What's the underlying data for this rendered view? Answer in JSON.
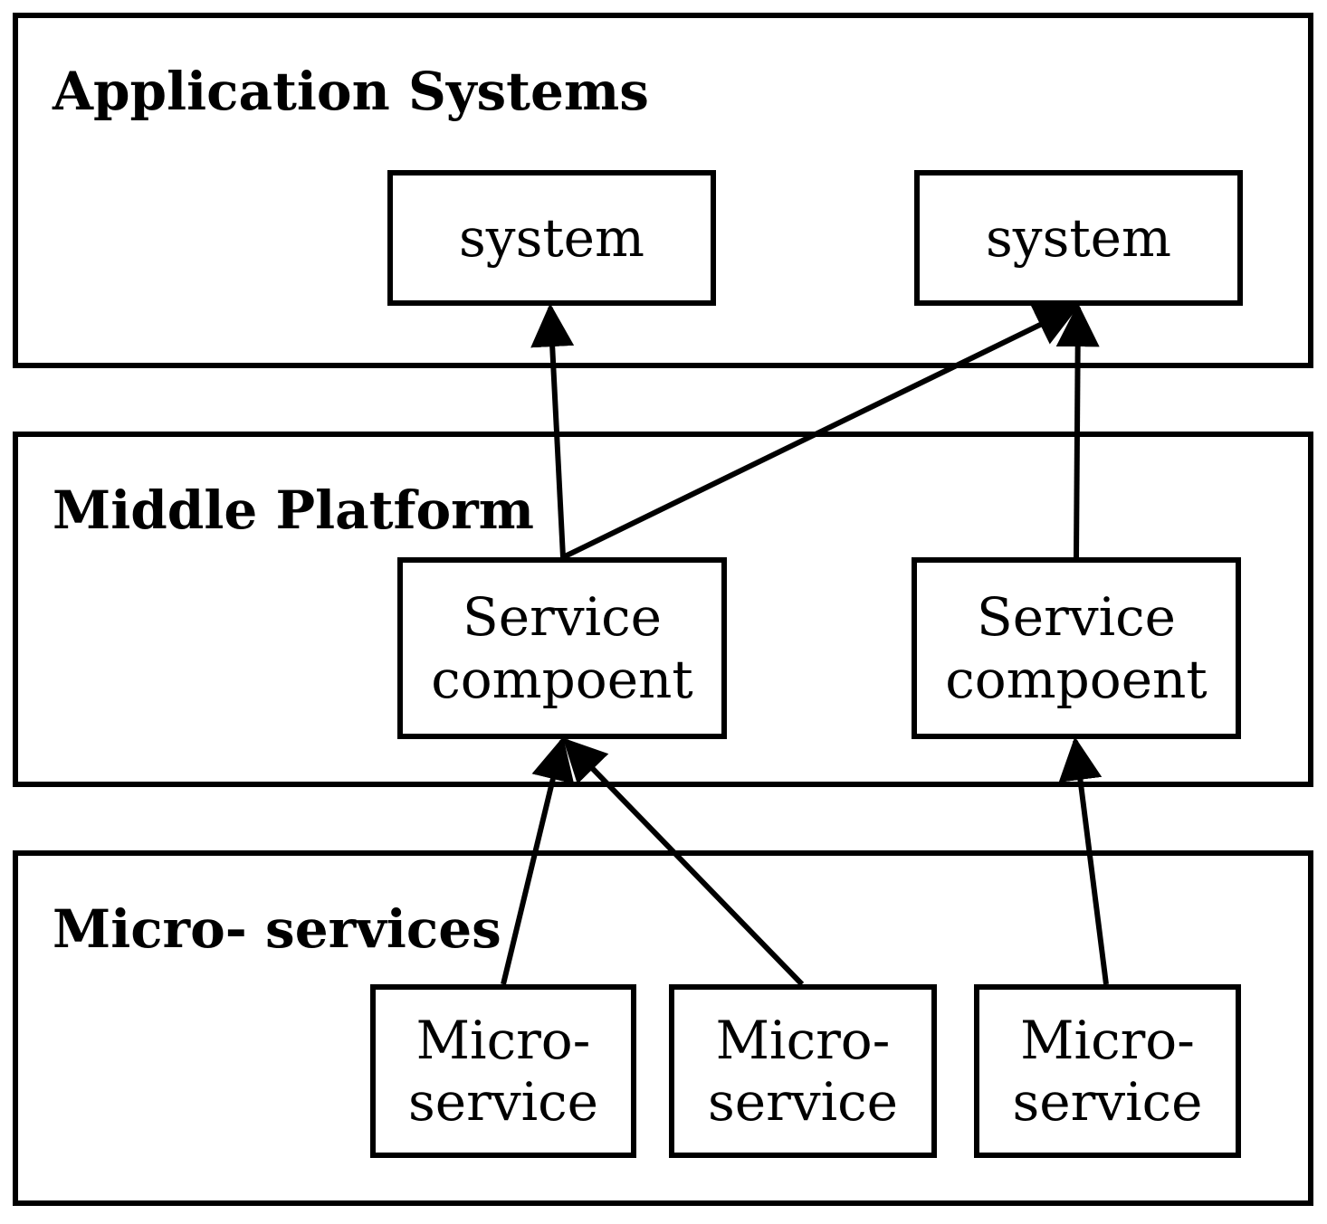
{
  "layers": {
    "application": {
      "title": "Application Systems"
    },
    "middle": {
      "title": "Middle Platform"
    },
    "micro": {
      "title": "Micro- services"
    }
  },
  "nodes": {
    "system_1": {
      "label": "system"
    },
    "system_2": {
      "label": "system"
    },
    "service_component_1": {
      "line1": "Service",
      "line2": "compoent"
    },
    "service_component_2": {
      "line1": "Service",
      "line2": "compoent"
    },
    "microservice_1": {
      "line1": "Micro-",
      "line2": "service"
    },
    "microservice_2": {
      "line1": "Micro-",
      "line2": "service"
    },
    "microservice_3": {
      "line1": "Micro-",
      "line2": "service"
    }
  },
  "edges": [
    {
      "from": "service_component_1",
      "to": "system_1"
    },
    {
      "from": "service_component_1",
      "to": "system_2"
    },
    {
      "from": "service_component_2",
      "to": "system_2"
    },
    {
      "from": "microservice_1",
      "to": "service_component_1"
    },
    {
      "from": "microservice_2",
      "to": "service_component_1"
    },
    {
      "from": "microservice_3",
      "to": "service_component_2"
    }
  ],
  "colors": {
    "stroke": "#000000",
    "background": "#ffffff"
  }
}
